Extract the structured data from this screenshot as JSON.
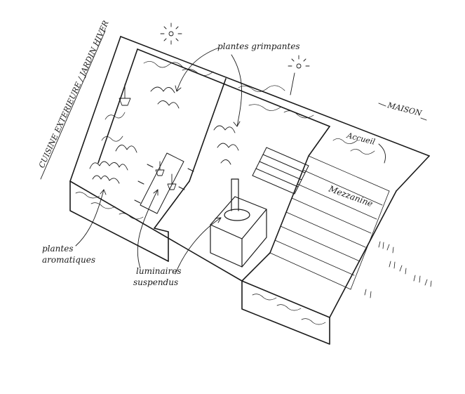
{
  "labels": {
    "cuisine": "CUISINE EXTERIEURE / JARDIN HIVER",
    "plantes_grimpantes": "plantes grimpantes",
    "maison": "MAISON",
    "accueil": "Accueil",
    "mezzanine": "Mezzanine",
    "plantes_aromatiques_1": "plantes",
    "plantes_aromatiques_2": "aromatiques",
    "luminaires_1": "luminaires",
    "luminaires_2": "suspendus"
  },
  "colors": {
    "ink": "#1a1a1a",
    "paper": "#ffffff"
  }
}
